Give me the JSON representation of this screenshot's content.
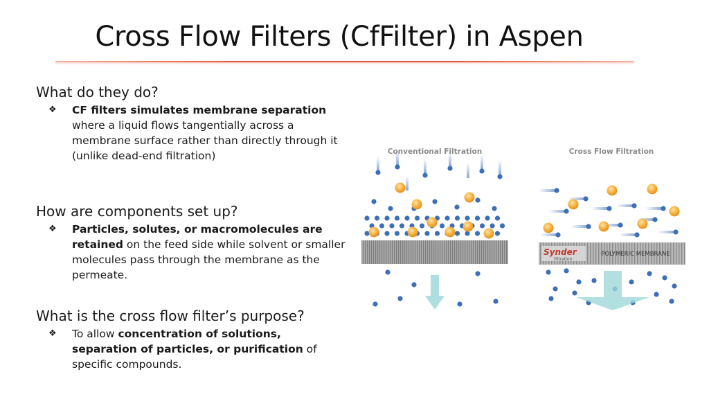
{
  "title": "Cross Flow Filters (CfFilter) in Aspen",
  "sections": [
    {
      "question": "What do they do?",
      "bullet_bold_1": "CF filters simulates membrane separation",
      "bullet_text_1": " where a liquid flows tangentially across a membrane surface rather than directly through it (unlike dead-end filtration)"
    },
    {
      "question": "How are components set up?",
      "bullet_bold_1": "Particles, solutes, or macromolecules are retained",
      "bullet_text_1": " on the feed side while solvent or smaller molecules pass through the membrane as the permeate."
    },
    {
      "question": "What is the cross flow filter’s purpose?",
      "bullet_text_0": "To allow ",
      "bullet_bold_1": "concentration of solutions, separation of particles, or purification",
      "bullet_text_1": " of specific compounds."
    }
  ],
  "bullet_symbol": "❖",
  "figure": {
    "left_label": "Conventional Filtration",
    "right_label": "Cross Flow Filtration",
    "brand_name": "Synder",
    "brand_sub": "Filtration",
    "membrane_label": "POLYMERIC MEMBRANE",
    "colors": {
      "particle_blue": "#3d6fb6",
      "particle_orange": "#f5a623",
      "membrane_gray": "#9a9a9a",
      "arrow_teal": "#8fd3d6"
    }
  }
}
